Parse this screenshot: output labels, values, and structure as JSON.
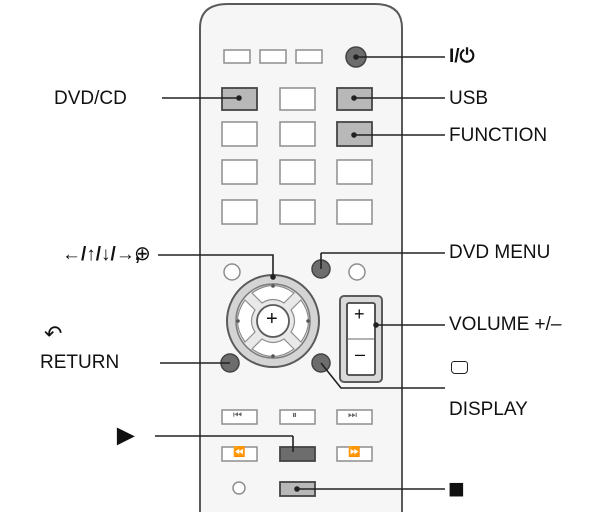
{
  "labels": {
    "power": "I/⏻",
    "dvd_cd": "DVD/CD",
    "usb": "USB",
    "function": "FUNCTION",
    "arrows": "←/↑/↓/→,",
    "enter_symbol": "⊕",
    "dvd_menu": "DVD MENU",
    "return_symbol": "↶",
    "return": "RETURN",
    "volume": "VOLUME +/–",
    "display": "DISPLAY",
    "play": "►",
    "stop": "■"
  },
  "remote": {
    "volume_plus": "+",
    "volume_minus": "–",
    "enter_center": "+",
    "prev_track": "⏮",
    "pause": "⏸",
    "next_track": "⏭",
    "rewind": "⏪",
    "fast_forward": "⏩"
  },
  "colors": {
    "outline": "#5a5a5a",
    "key_fill": "#ffffff",
    "key_stroke": "#8e8e8e",
    "dark_key": "#6d6d6d",
    "remote_body": "#f4f4f4"
  }
}
